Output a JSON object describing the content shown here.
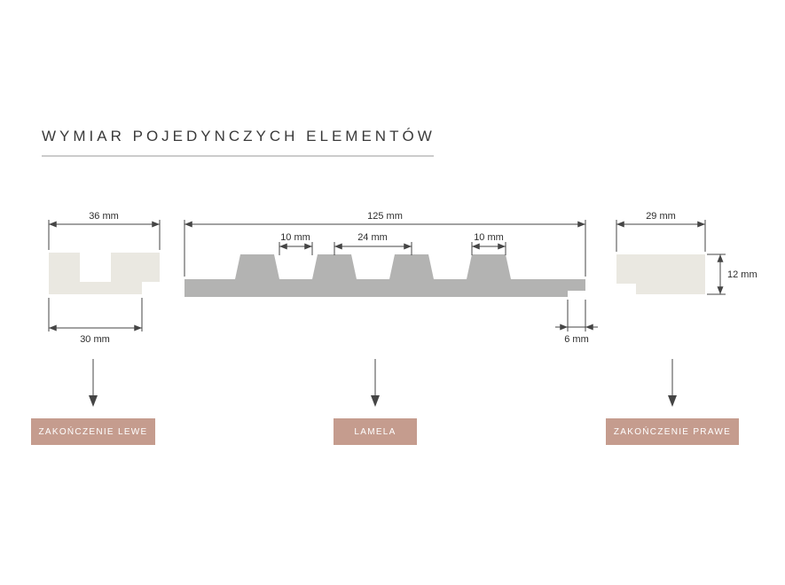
{
  "title": "WYMIAR POJEDYNCZYCH ELEMENTÓW",
  "colors": {
    "line": "#454545",
    "dimension_text": "#2e2e2e",
    "title_text": "#3a3a3a",
    "divider": "#cbcbcb",
    "endcap_fill": "#eae8e1",
    "lamella_fill": "#b3b3b2",
    "label_box_bg": "#c59c8e",
    "label_box_text": "#ffffff"
  },
  "pieces": {
    "left": {
      "label": "ZAKOŃCZENIE LEWE",
      "width_top": "36 mm",
      "width_bottom": "30 mm"
    },
    "middle": {
      "label": "LAMELA",
      "width_total": "125 mm",
      "gap_width": "10 mm",
      "slat_pitch": "24 mm",
      "slat_top_width": "10 mm",
      "tongue_width": "6 mm"
    },
    "right": {
      "label": "ZAKOŃCZENIE PRAWE",
      "width_top": "29 mm",
      "height": "12 mm"
    }
  }
}
